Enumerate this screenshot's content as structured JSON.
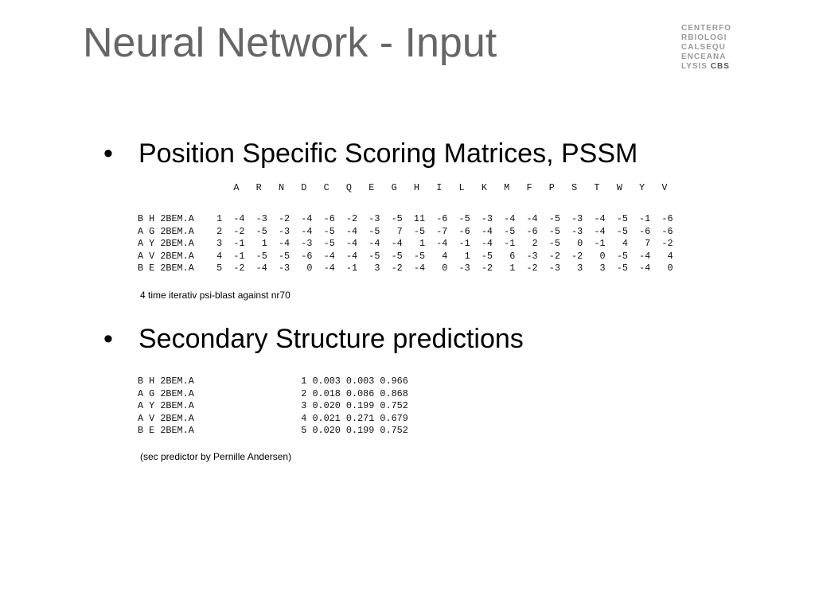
{
  "slide": {
    "title": "Neural Network - Input",
    "logo_lines": [
      "CENTERFO",
      "RBIOLOGI",
      "CALSEQU",
      "ENCEANA",
      "LYSIS"
    ],
    "logo_cbs": "CBS",
    "bullet_char": "•",
    "bullet1": "Position Specific Scoring Matrices, PSSM",
    "bullet2": "Secondary Structure predictions",
    "note1": "4 time iterativ psi-blast against nr70",
    "note2": "(sec predictor by Pernille Andersen)"
  },
  "pssm": {
    "amino_acids": [
      "A",
      "R",
      "N",
      "D",
      "C",
      "Q",
      "E",
      "G",
      "H",
      "I",
      "L",
      "K",
      "M",
      "F",
      "P",
      "S",
      "T",
      "W",
      "Y",
      "V"
    ],
    "rows": [
      {
        "label": "B H 2BEM.A",
        "pos": 1,
        "scores": [
          -4,
          -3,
          -2,
          -4,
          -6,
          -2,
          -3,
          -5,
          11,
          -6,
          -5,
          -3,
          -4,
          -4,
          -5,
          -3,
          -4,
          -5,
          -1,
          -6
        ]
      },
      {
        "label": "A G 2BEM.A",
        "pos": 2,
        "scores": [
          -2,
          -5,
          -3,
          -4,
          -5,
          -4,
          -5,
          7,
          -5,
          -7,
          -6,
          -4,
          -5,
          -6,
          -5,
          -3,
          -4,
          -5,
          -6,
          -6
        ]
      },
      {
        "label": "A Y 2BEM.A",
        "pos": 3,
        "scores": [
          -1,
          1,
          -4,
          -3,
          -5,
          -4,
          -4,
          -4,
          1,
          -4,
          -1,
          -4,
          -1,
          2,
          -5,
          0,
          -1,
          4,
          7,
          -2
        ]
      },
      {
        "label": "A V 2BEM.A",
        "pos": 4,
        "scores": [
          -1,
          -5,
          -5,
          -6,
          -4,
          -4,
          -5,
          -5,
          -5,
          4,
          1,
          -5,
          6,
          -3,
          -2,
          -2,
          0,
          -5,
          -4,
          4
        ]
      },
      {
        "label": "B E 2BEM.A",
        "pos": 5,
        "scores": [
          -2,
          -4,
          -3,
          0,
          -4,
          -1,
          3,
          -2,
          -4,
          0,
          -3,
          -2,
          1,
          -2,
          -3,
          3,
          3,
          -5,
          -4,
          0
        ]
      }
    ]
  },
  "secondary_structure": {
    "rows": [
      {
        "label": "B H 2BEM.A",
        "pos": 1,
        "values": [
          "0.003",
          "0.003",
          "0.966"
        ]
      },
      {
        "label": "A G 2BEM.A",
        "pos": 2,
        "values": [
          "0.018",
          "0.086",
          "0.868"
        ]
      },
      {
        "label": "A Y 2BEM.A",
        "pos": 3,
        "values": [
          "0.020",
          "0.199",
          "0.752"
        ]
      },
      {
        "label": "A V 2BEM.A",
        "pos": 4,
        "values": [
          "0.021",
          "0.271",
          "0.679"
        ]
      },
      {
        "label": "B E 2BEM.A",
        "pos": 5,
        "values": [
          "0.020",
          "0.199",
          "0.752"
        ]
      }
    ]
  }
}
